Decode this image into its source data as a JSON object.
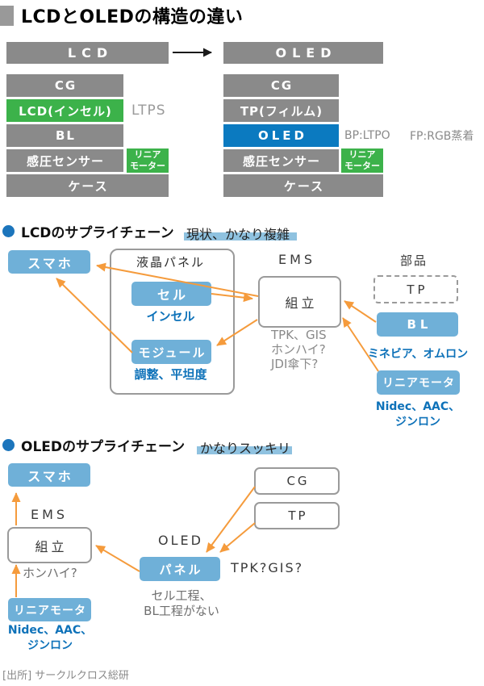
{
  "title": "LCDとOLEDの構造の違い",
  "footer": "[出所] サークルクロス総研",
  "colors": {
    "gray_bar": "#8A8A8A",
    "green": "#3CB24A",
    "blue_bar": "#0B7AC0",
    "light_blue_box": "#6FB0D8",
    "blue_text": "#0E72B9",
    "orange_arrow": "#F59B3C",
    "highlight": "#8FC2E0",
    "bullet": "#1C75BC"
  },
  "stacks": {
    "lcd": {
      "header": "LCD",
      "row1": "CG",
      "row2": "LCD(インセル)",
      "row2_note": "LTPS",
      "row3": "BL",
      "row4": "感圧センサー",
      "row4_side_line1": "リニア",
      "row4_side_line2": "モーター",
      "row5": "ケース"
    },
    "oled": {
      "header": "OLED",
      "row1": "CG",
      "row2": "TP(フィルム)",
      "row3": "OLED",
      "row3_note1": "BP:LTPO",
      "row3_note2": "FP:RGB蒸着",
      "row4": "感圧センサー",
      "row4_side_line1": "リニア",
      "row4_side_line2": "モーター",
      "row5": "ケース"
    }
  },
  "lcd_chain": {
    "heading": "LCDのサプライチェーン",
    "highlight": "現状、かなり複雑",
    "smartphone": "スマホ",
    "panel_group_label": "液晶パネル",
    "cell": "セル",
    "cell_note": "インセル",
    "module": "モジュール",
    "module_note": "調整、平坦度",
    "ems_label": "EMS",
    "assembly": "組立",
    "assembly_note1": "TPK、GIS",
    "assembly_note2": "ホンハイ?",
    "assembly_note3": "JDI傘下?",
    "parts_label": "部品",
    "tp": "TP",
    "bl": "BL",
    "bl_note": "ミネビア、オムロン",
    "linear_motor": "リニアモータ",
    "linear_motor_note1": "Nidec、AAC、",
    "linear_motor_note2": "ジンロン"
  },
  "oled_chain": {
    "heading": "OLEDのサプライチェーン",
    "highlight": "かなりスッキリ",
    "smartphone": "スマホ",
    "ems_label": "EMS",
    "assembly": "組立",
    "assembly_note": "ホンハイ?",
    "linear_motor": "リニアモータ",
    "linear_motor_note1": "Nidec、AAC、",
    "linear_motor_note2": "ジンロン",
    "oled_label": "OLED",
    "panel": "パネル",
    "panel_side_note": "TPK?GIS?",
    "panel_note1": "セル工程、",
    "panel_note2": "BL工程がない",
    "cg": "CG",
    "tp": "TP"
  }
}
